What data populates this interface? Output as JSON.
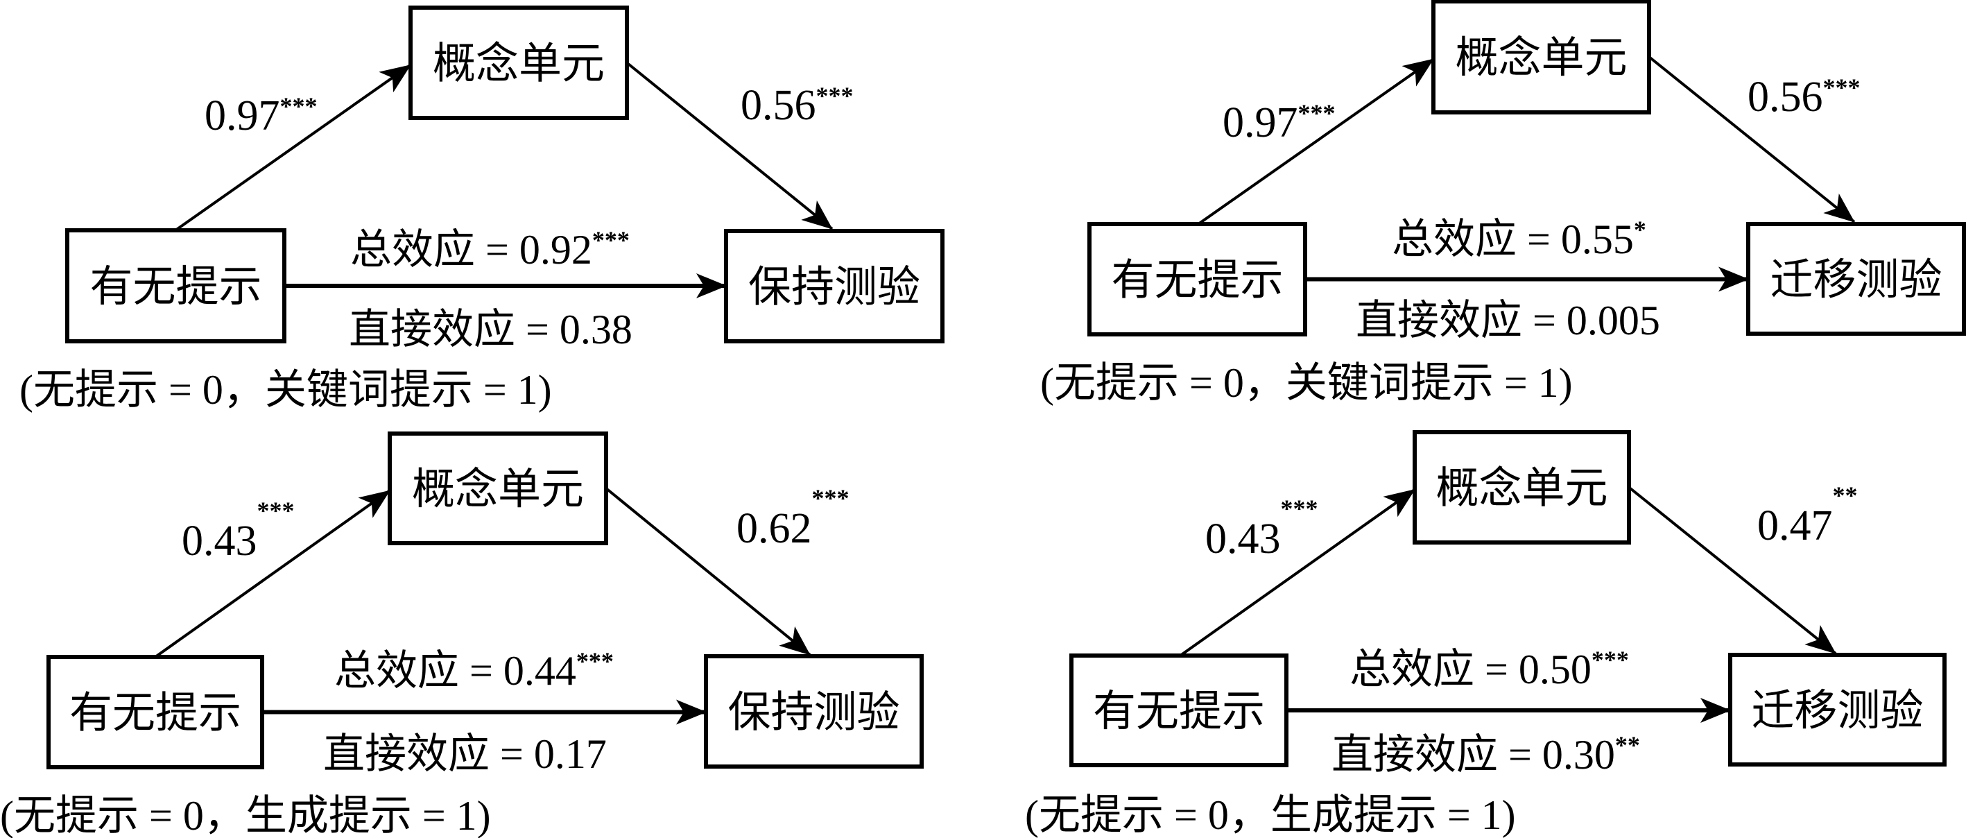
{
  "figure": {
    "colors": {
      "ink": "#000000",
      "background": "#ffffff"
    },
    "panels": [
      {
        "id": "keyword-retention",
        "nodes": {
          "iv": "有无提示",
          "mediator": "概念单元",
          "dv": "保持测验"
        },
        "path_a": {
          "value": "0.97",
          "sig": "***"
        },
        "path_b": {
          "value": "0.56",
          "sig": "***"
        },
        "total_effect": {
          "label": "总效应 = ",
          "value": "0.92",
          "sig": "***"
        },
        "direct_effect": {
          "label": "直接效应 = ",
          "value": "0.38",
          "sig": ""
        },
        "coding_note": "(无提示 = 0，关键词提示 = 1)"
      },
      {
        "id": "keyword-transfer",
        "nodes": {
          "iv": "有无提示",
          "mediator": "概念单元",
          "dv": "迁移测验"
        },
        "path_a": {
          "value": "0.97",
          "sig": "***"
        },
        "path_b": {
          "value": "0.56",
          "sig": "***"
        },
        "total_effect": {
          "label": "总效应 = ",
          "value": "0.55",
          "sig": "*"
        },
        "direct_effect": {
          "label": "直接效应 = ",
          "value": "0.005",
          "sig": ""
        },
        "coding_note": "(无提示 = 0，关键词提示 = 1)"
      },
      {
        "id": "generative-retention",
        "nodes": {
          "iv": "有无提示",
          "mediator": "概念单元",
          "dv": "保持测验"
        },
        "path_a": {
          "value": "0.43",
          "sig": "***"
        },
        "path_b": {
          "value": "0.62",
          "sig": "***"
        },
        "total_effect": {
          "label": "总效应 = ",
          "value": "0.44",
          "sig": "***"
        },
        "direct_effect": {
          "label": "直接效应 = ",
          "value": "0.17",
          "sig": ""
        },
        "coding_note": "(无提示 = 0，生成提示 = 1)"
      },
      {
        "id": "generative-transfer",
        "nodes": {
          "iv": "有无提示",
          "mediator": "概念单元",
          "dv": "迁移测验"
        },
        "path_a": {
          "value": "0.43",
          "sig": "***"
        },
        "path_b": {
          "value": "0.47",
          "sig": "**"
        },
        "total_effect": {
          "label": "总效应 = ",
          "value": "0.50",
          "sig": "***"
        },
        "direct_effect": {
          "label": "直接效应 = ",
          "value": "0.30",
          "sig": "**"
        },
        "coding_note": "(无提示 = 0，生成提示 = 1)"
      }
    ]
  }
}
